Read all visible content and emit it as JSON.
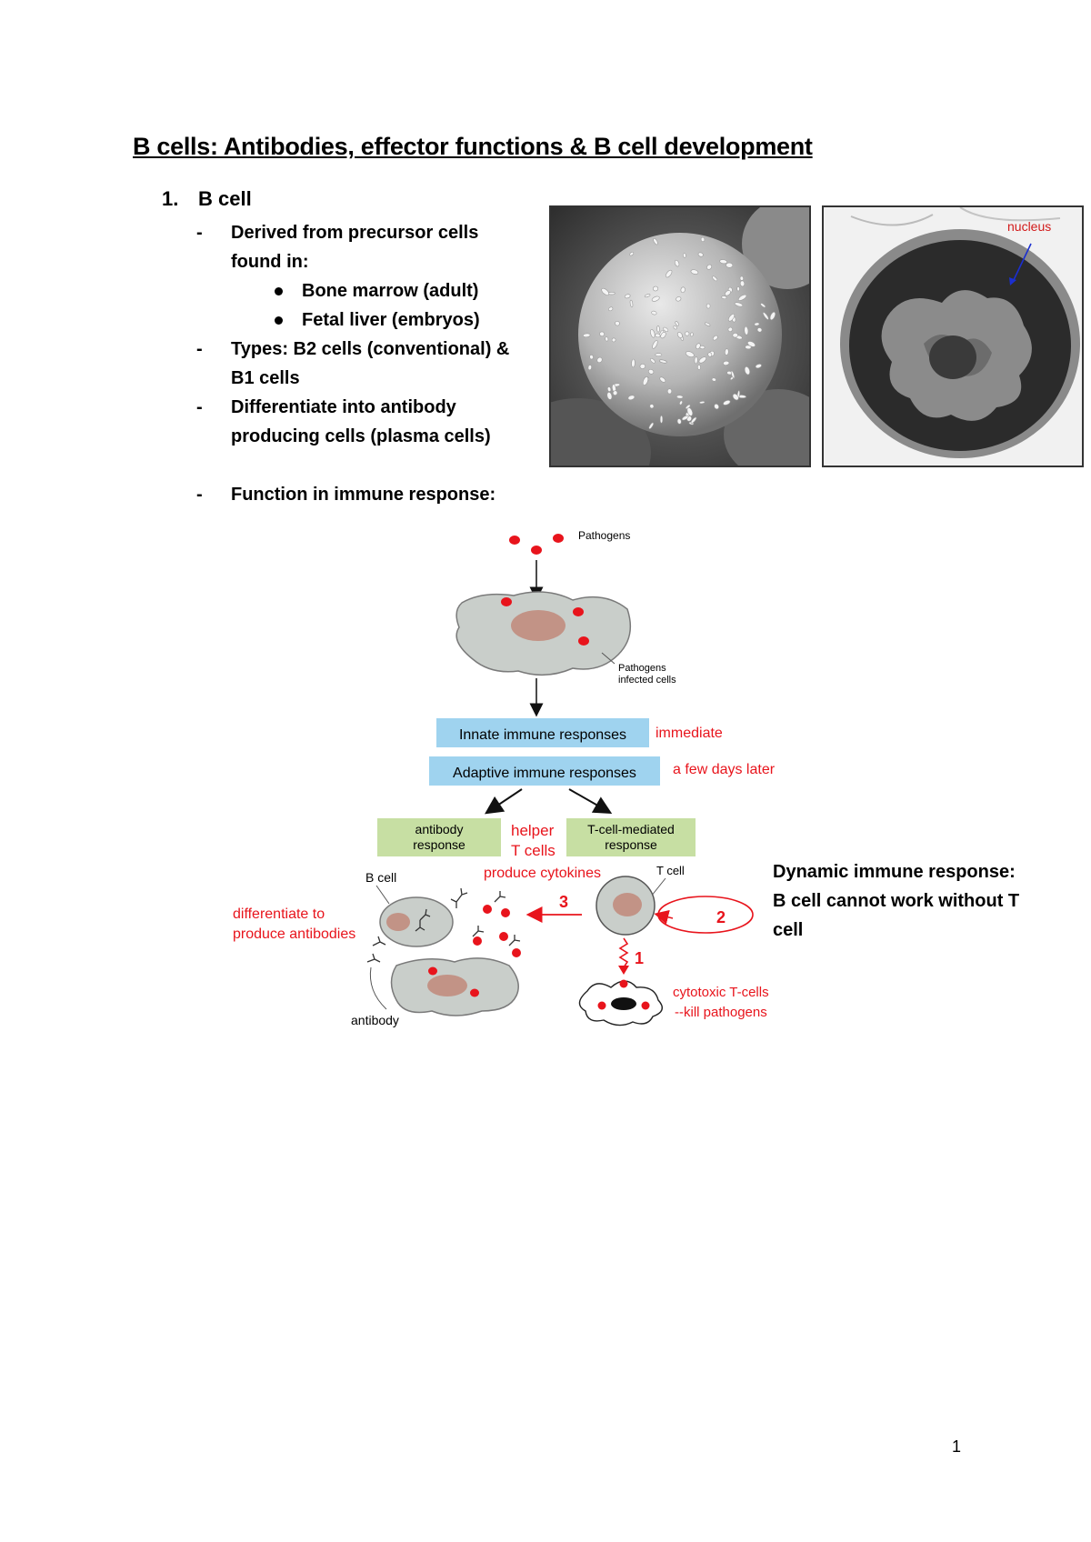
{
  "title": "B cells: Antibodies, effector functions & B cell development",
  "section": {
    "number": "1.",
    "heading": "B cell"
  },
  "bullets": {
    "derived_line1": "Derived from precursor cells",
    "derived_line2": "found in:",
    "sub1": "Bone marrow (adult)",
    "sub2": "Fetal liver (embryos)",
    "types_line1": "Types: B2 cells (conventional) &",
    "types_line2": "B1 cells",
    "diff_line1": "Differentiate into antibody",
    "diff_line2": "producing cells (plasma cells)",
    "function": "Function in immune response:",
    "dash": "-"
  },
  "micrograph": {
    "nucleus_label": "nucleus"
  },
  "diagram": {
    "pathogens": "Pathogens",
    "infected_line1": "Pathogens",
    "infected_line2": "infected cells",
    "innate": "Innate immune responses",
    "immediate": "immediate",
    "adaptive": "Adaptive immune responses",
    "later": "a few days later",
    "antibody_resp_line1": "antibody",
    "antibody_resp_line2": "response",
    "helper_line1": "helper",
    "helper_line2": "T cells",
    "tcell_resp_line1": "T-cell-mediated",
    "tcell_resp_line2": "response",
    "b_cell": "B cell",
    "t_cell": "T cell",
    "produce_cytokines": "produce cytokines",
    "step3": "3",
    "step2": "2",
    "step1": "1",
    "differentiate_line1": "differentiate to",
    "differentiate_line2": "produce antibodies",
    "cytotoxic_line1": "cytotoxic T-cells",
    "cytotoxic_line2": "--kill pathogens",
    "antibody": "antibody"
  },
  "side_note": {
    "line1": "Dynamic immune response:",
    "line2": "B cell cannot work without T",
    "line3": "cell"
  },
  "page_number": "1",
  "colors": {
    "label_red": "#e8141c",
    "box_blue": "#9fd3ef",
    "box_green": "#c7dfa3",
    "cell_gray": "#c9ceca",
    "nucleus_tan": "#c29386"
  }
}
